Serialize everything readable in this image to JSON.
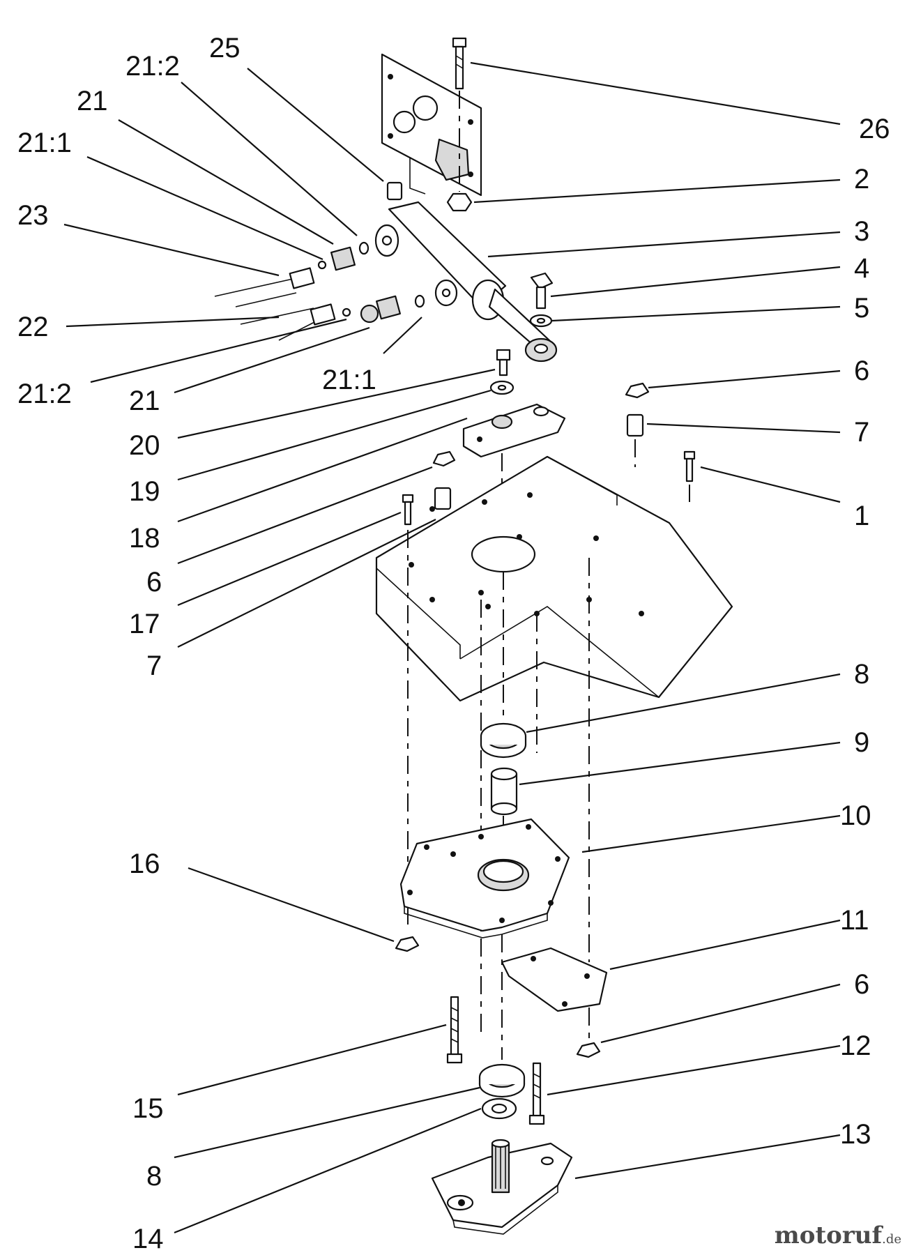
{
  "callouts": [
    {
      "id": "c25",
      "text": "25"
    },
    {
      "id": "c21-2-top",
      "text": "21:2"
    },
    {
      "id": "c21-top",
      "text": "21"
    },
    {
      "id": "c21-1-top",
      "text": "21:1"
    },
    {
      "id": "c23",
      "text": "23"
    },
    {
      "id": "c22",
      "text": "22"
    },
    {
      "id": "c21-2-bot",
      "text": "21:2"
    },
    {
      "id": "c21-bot",
      "text": "21"
    },
    {
      "id": "c21-1-bot",
      "text": "21:1"
    },
    {
      "id": "c20",
      "text": "20"
    },
    {
      "id": "c19",
      "text": "19"
    },
    {
      "id": "c18",
      "text": "18"
    },
    {
      "id": "c6-left",
      "text": "6"
    },
    {
      "id": "c17",
      "text": "17"
    },
    {
      "id": "c7-left",
      "text": "7"
    },
    {
      "id": "c16",
      "text": "16"
    },
    {
      "id": "c15",
      "text": "15"
    },
    {
      "id": "c8-bot",
      "text": "8"
    },
    {
      "id": "c14",
      "text": "14"
    },
    {
      "id": "c26",
      "text": "26"
    },
    {
      "id": "c2",
      "text": "2"
    },
    {
      "id": "c3",
      "text": "3"
    },
    {
      "id": "c4",
      "text": "4"
    },
    {
      "id": "c5",
      "text": "5"
    },
    {
      "id": "c6-top",
      "text": "6"
    },
    {
      "id": "c7-right",
      "text": "7"
    },
    {
      "id": "c1",
      "text": "1"
    },
    {
      "id": "c8-top",
      "text": "8"
    },
    {
      "id": "c9",
      "text": "9"
    },
    {
      "id": "c10",
      "text": "10"
    },
    {
      "id": "c11",
      "text": "11"
    },
    {
      "id": "c6-bot",
      "text": "6"
    },
    {
      "id": "c12",
      "text": "12"
    },
    {
      "id": "c13",
      "text": "13"
    }
  ],
  "watermark": {
    "brand": "motoruf",
    "suffix": ".de"
  }
}
